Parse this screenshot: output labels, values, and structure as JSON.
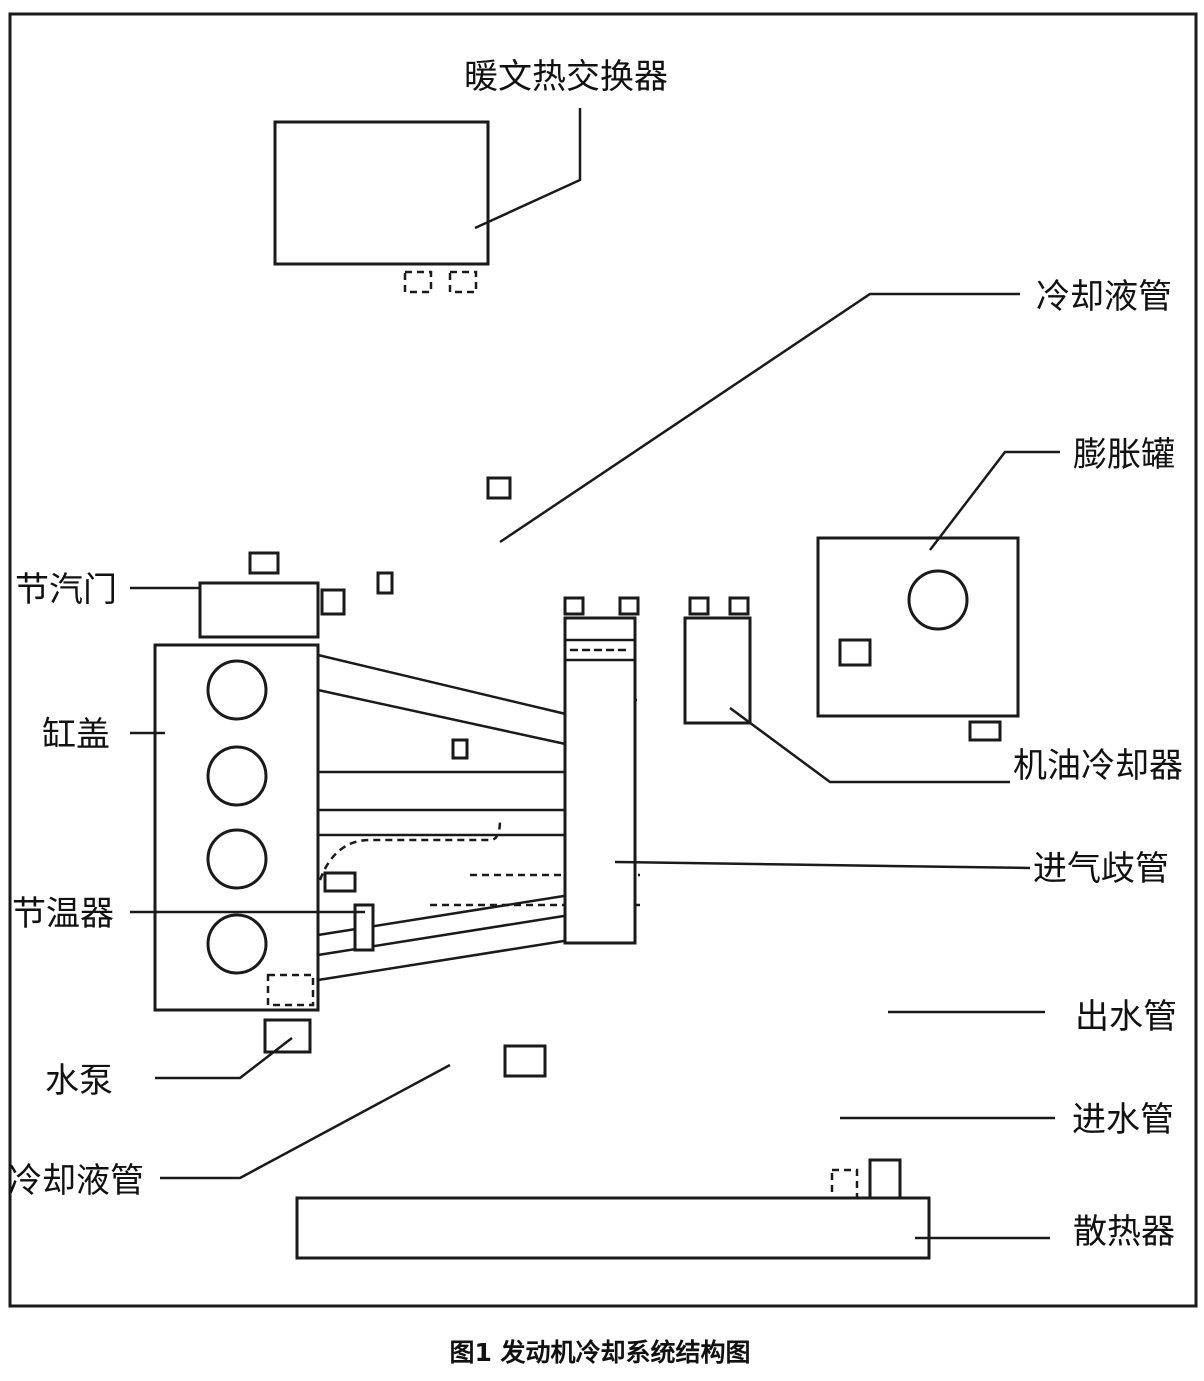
{
  "labels": {
    "heater_core": "暖文热交换器",
    "coolant_pipe_top": "冷却液管",
    "expansion_tank": "膨胀罐",
    "throttle_valve": "节汽门",
    "cylinder_head": "缸盖",
    "oil_cooler": "机油冷却器",
    "intake_manifold": "进气歧管",
    "thermostat": "节温器",
    "outlet_pipe": "出水管",
    "water_pump": "水泵",
    "inlet_pipe": "进水管",
    "coolant_pipe_bottom": "冷却液管",
    "radiator": "散热器"
  },
  "caption": "图1 发动机冷却系统结构图"
}
